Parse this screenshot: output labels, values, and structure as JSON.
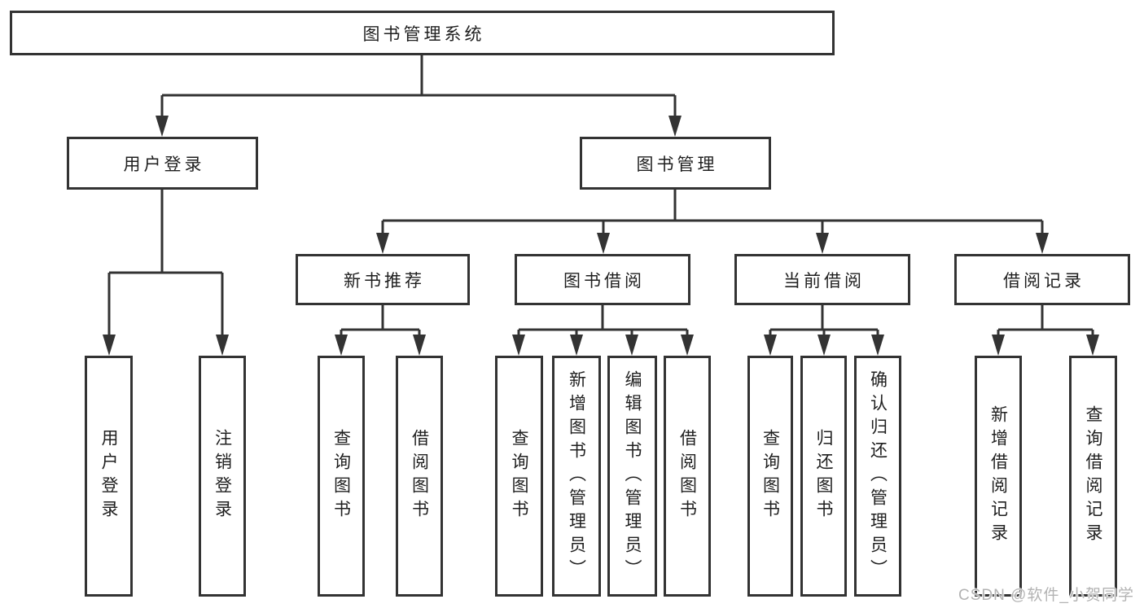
{
  "diagram_title": "图书管理系统",
  "watermark": "CSDN @软件_小贺同学",
  "colors": {
    "line": "#333333",
    "box_border": "#333333",
    "text": "#1f1f1f",
    "background": "#ffffff",
    "watermark": "#b3b3b3"
  },
  "nodes": {
    "root": "图书管理系统",
    "user_login": "用户登录",
    "book_mgmt": "图书管理",
    "new_books": "新书推荐",
    "book_borrow": "图书借阅",
    "current_borrow": "当前借阅",
    "borrow_records": "借阅记录",
    "leaf_user_login": "用户登录",
    "leaf_logout": "注销登录",
    "leaf_nb_query": "查询图书",
    "leaf_nb_borrow": "借阅图书",
    "leaf_bb_query": "查询图书",
    "leaf_bb_add": "新增图书（管理员）",
    "leaf_bb_edit": "编辑图书（管理员）",
    "leaf_bb_borrow": "借阅图书",
    "leaf_cb_query": "查询图书",
    "leaf_cb_return": "归还图书",
    "leaf_cb_confirm": "确认归还（管理员）",
    "leaf_br_add": "新增借阅记录",
    "leaf_br_query": "查询借阅记录"
  },
  "hierarchy": {
    "图书管理系统": [
      "用户登录",
      "图书管理"
    ],
    "用户登录": [
      "用户登录",
      "注销登录"
    ],
    "图书管理": [
      "新书推荐",
      "图书借阅",
      "当前借阅",
      "借阅记录"
    ],
    "新书推荐": [
      "查询图书",
      "借阅图书"
    ],
    "图书借阅": [
      "查询图书",
      "新增图书（管理员）",
      "编辑图书（管理员）",
      "借阅图书"
    ],
    "当前借阅": [
      "查询图书",
      "归还图书",
      "确认归还（管理员）"
    ],
    "借阅记录": [
      "新增借阅记录",
      "查询借阅记录"
    ]
  }
}
